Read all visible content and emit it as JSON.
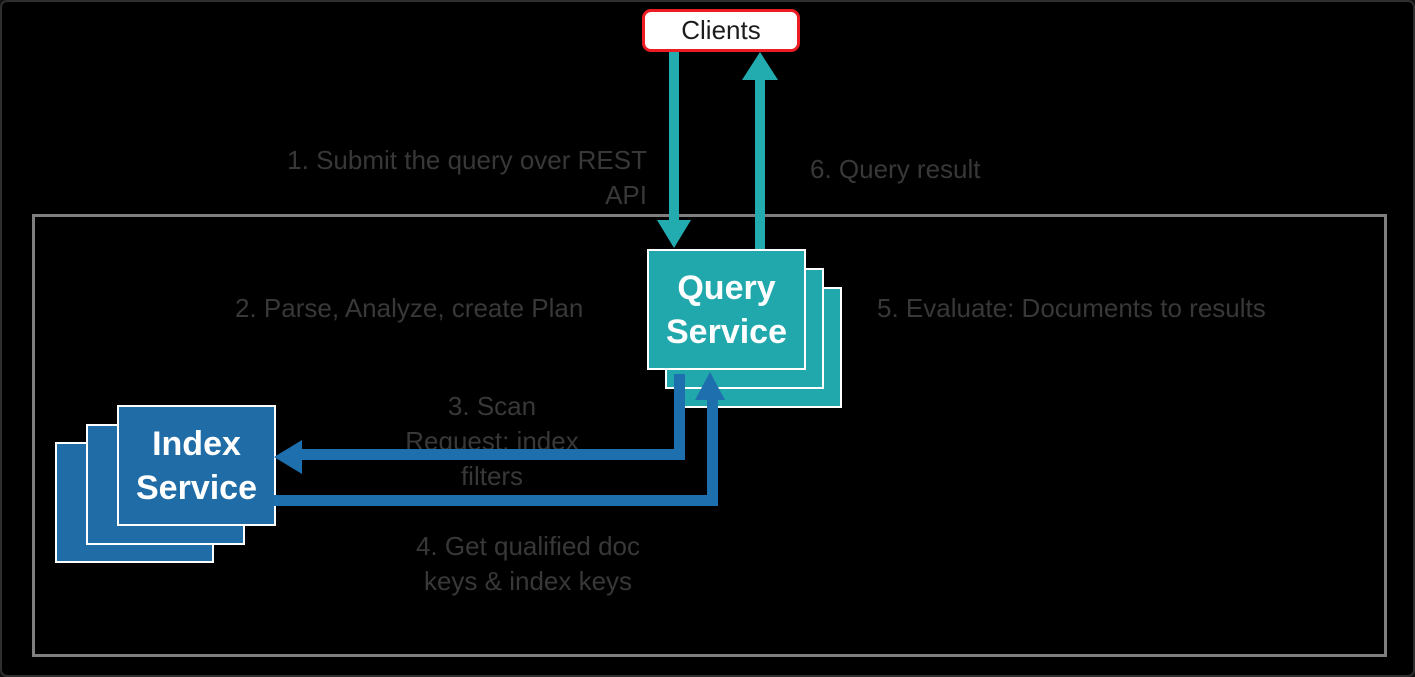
{
  "diagram": {
    "clients": {
      "label": "Clients"
    },
    "query_service": {
      "label": "Query\nService"
    },
    "index_service": {
      "label": "Index\nService"
    },
    "steps": {
      "s1": "1. Submit the query over REST\nAPI",
      "s2": "2. Parse, Analyze, create Plan",
      "s3": "3.  Scan\nRequest; index\nfilters",
      "s4": "4. Get qualified doc\nkeys & index keys",
      "s5": "5. Evaluate: Documents to results",
      "s6": "6. Query result"
    },
    "colors": {
      "background": "#000000",
      "teal": "#21a8ac",
      "blue": "#1f6ca6",
      "arrow_teal": "#23acb0",
      "arrow_blue": "#1e6fad",
      "clients_border_red": "#ed1c24",
      "boundary_gray": "#7f7f7f",
      "step_text": "#383838"
    }
  }
}
